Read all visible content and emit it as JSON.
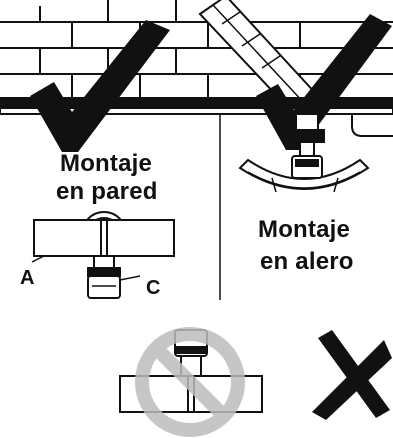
{
  "labels": {
    "wall_mount_line1": "Montaje",
    "wall_mount_line2": "en pared",
    "eave_mount_line1": "Montaje",
    "eave_mount_line2": "en alero",
    "part_a": "A",
    "part_c": "C"
  },
  "icons": {
    "approved": "check-mark",
    "rejected": "x-mark",
    "prohibited": "no-symbol"
  },
  "colors": {
    "ink": "#111111",
    "prohibition_gray": "#bdbdbd",
    "paper": "#ffffff"
  }
}
